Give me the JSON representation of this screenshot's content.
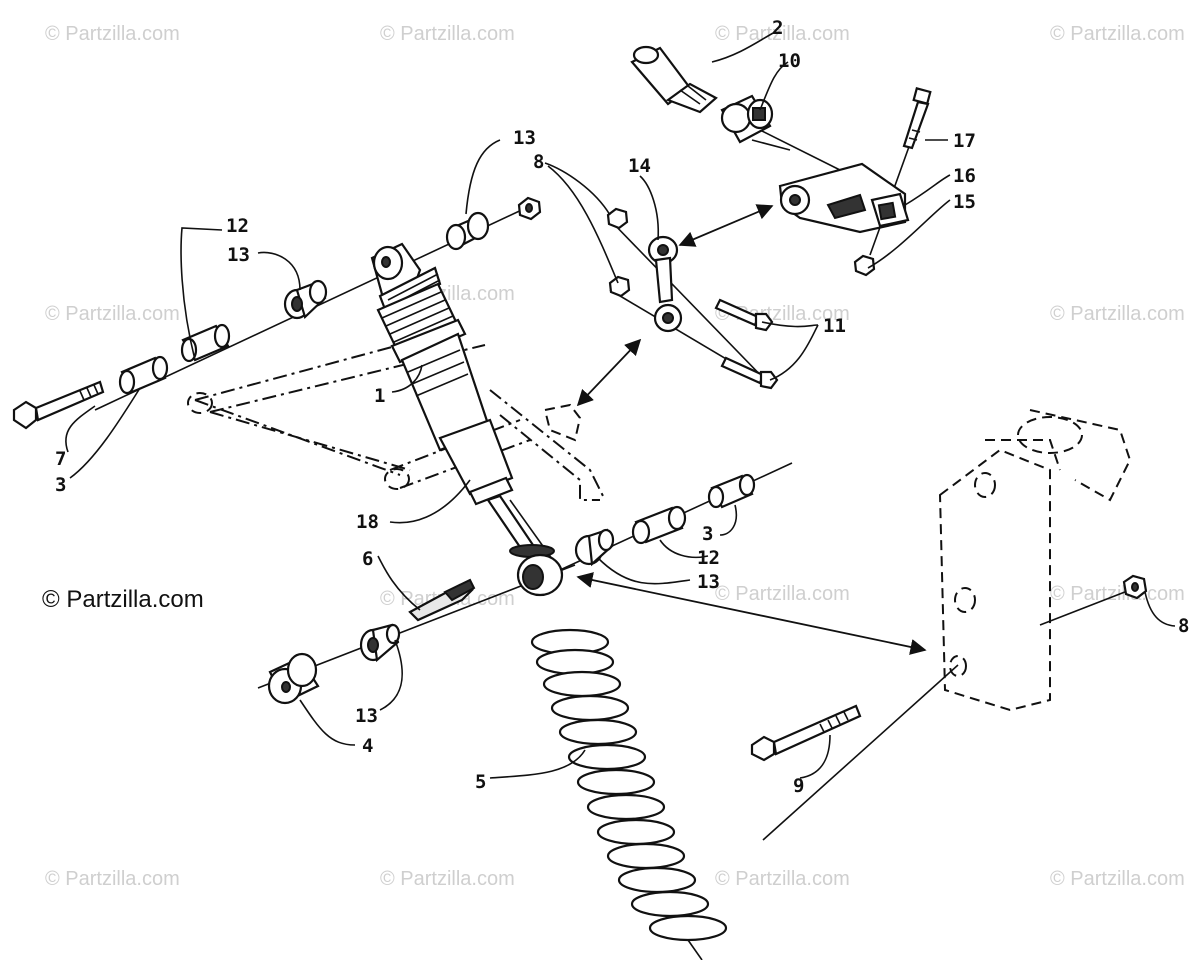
{
  "copyright": "© Partzilla.com",
  "watermark": "© Partzilla.com",
  "callouts": [
    "1",
    "2",
    "3",
    "3",
    "4",
    "5",
    "6",
    "7",
    "8",
    "8",
    "9",
    "10",
    "11",
    "12",
    "12",
    "13",
    "13",
    "13",
    "13",
    "14",
    "15",
    "16",
    "17",
    "18"
  ]
}
